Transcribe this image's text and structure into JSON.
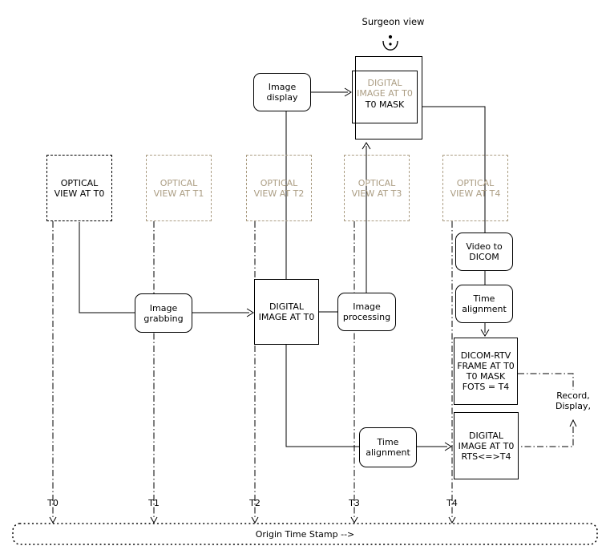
{
  "diagram": {
    "title": "Surgeon view",
    "colors": {
      "ink": "#000000",
      "accent": "#ab9d83"
    },
    "nodes": {
      "image_display": "Image\ndisplay",
      "mask_back": "DIGITAL\nIMAGE AT T0",
      "mask_front": "T0 MASK",
      "optical_views": [
        {
          "label": "OPTICAL\nVIEW AT T0",
          "tone": "ink"
        },
        {
          "label": "OPTICAL\nVIEW AT T1",
          "tone": "accent"
        },
        {
          "label": "OPTICAL\nVIEW AT T2",
          "tone": "accent"
        },
        {
          "label": "OPTICAL\nVIEW AT T3",
          "tone": "accent"
        },
        {
          "label": "OPTICAL\nVIEW AT T4",
          "tone": "accent"
        }
      ],
      "image_grabbing": "Image\ngrabbing",
      "digital_image": "DIGITAL\nIMAGE AT T0",
      "image_processing": "Image\nprocessing",
      "video_to_dicom": "Video to\nDICOM",
      "time_alignment_upper": "Time\nalignment",
      "dicom_rtv_frame": "DICOM-RTV\nFRAME AT T0\nT0 MASK\nFOTS = T4",
      "time_alignment_lower": "Time\nalignment",
      "digital_image_rts": "DIGITAL\nIMAGE AT T0\nRTS<=>T4",
      "record_display": "Record,\nDisplay,"
    },
    "timeline": {
      "ticks": [
        "T0",
        "T1",
        "T2",
        "T3",
        "T4"
      ],
      "band_label": "Origin Time Stamp -->"
    }
  }
}
